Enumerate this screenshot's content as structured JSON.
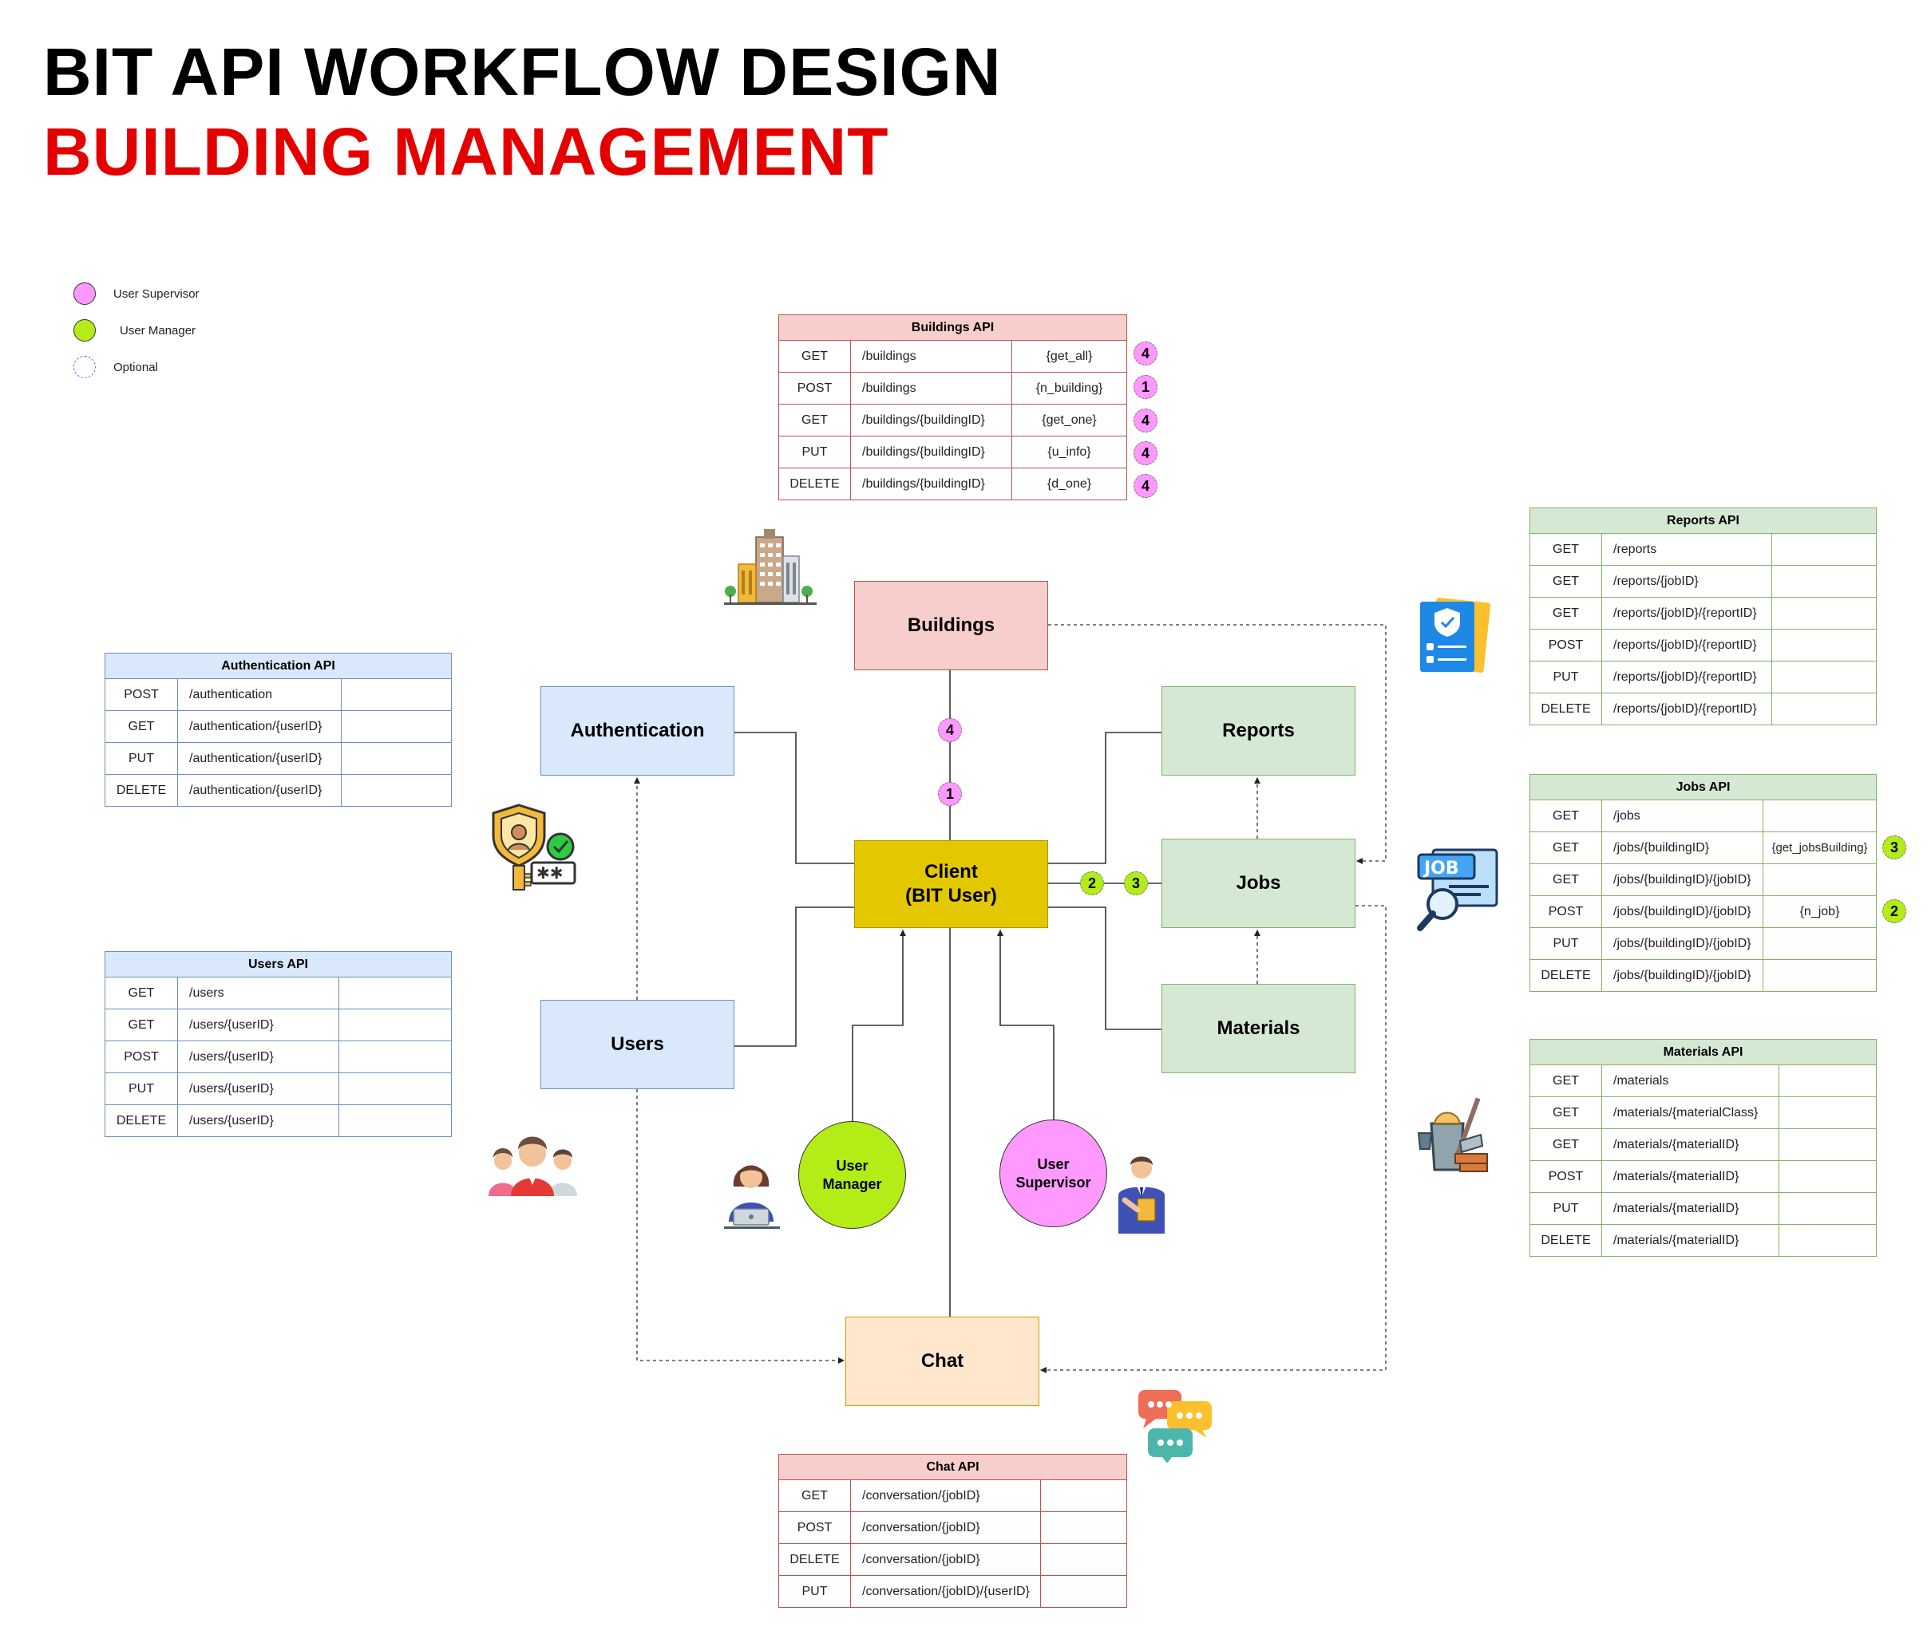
{
  "title": {
    "line1": "BIT API WORKFLOW DESIGN",
    "line2": "BUILDING MANAGEMENT"
  },
  "colors": {
    "title2": "#e50000",
    "supervisor": "#ff99ff",
    "manager": "#b3ec17",
    "client": "#e3c800"
  },
  "legend": [
    {
      "label": "User Supervisor",
      "style": "supervisor"
    },
    {
      "label": "User Manager",
      "style": "manager"
    },
    {
      "label": "Optional",
      "style": "optional"
    }
  ],
  "nodes": {
    "buildings": "Buildings",
    "authentication": "Authentication",
    "reports": "Reports",
    "client_line1": "Client",
    "client_line2": "(BIT User)",
    "jobs": "Jobs",
    "users": "Users",
    "materials": "Materials",
    "chat": "Chat",
    "user_manager_line1": "User",
    "user_manager_line2": "Manager",
    "user_supervisor_line1": "User",
    "user_supervisor_line2": "Supervisor"
  },
  "badges": {
    "b4": "4",
    "b1": "1",
    "b2": "2",
    "b3": "3"
  },
  "apis": {
    "buildings": {
      "title": "Buildings API",
      "rows": [
        {
          "method": "GET",
          "path": "/buildings",
          "fn": "{get_all}",
          "badge": "4"
        },
        {
          "method": "POST",
          "path": "/buildings",
          "fn": "{n_building}",
          "badge": "1"
        },
        {
          "method": "GET",
          "path": "/buildings/{buildingID}",
          "fn": "{get_one}",
          "badge": "4"
        },
        {
          "method": "PUT",
          "path": "/buildings/{buildingID}",
          "fn": "{u_info}",
          "badge": "4"
        },
        {
          "method": "DELETE",
          "path": "/buildings/{buildingID}",
          "fn": "{d_one}",
          "badge": "4"
        }
      ]
    },
    "reports": {
      "title": "Reports API",
      "rows": [
        {
          "method": "GET",
          "path": "/reports",
          "fn": ""
        },
        {
          "method": "GET",
          "path": "/reports/{jobID}",
          "fn": ""
        },
        {
          "method": "GET",
          "path": "/reports/{jobID}/{reportID}",
          "fn": ""
        },
        {
          "method": "POST",
          "path": "/reports/{jobID}/{reportID}",
          "fn": ""
        },
        {
          "method": "PUT",
          "path": "/reports/{jobID}/{reportID}",
          "fn": ""
        },
        {
          "method": "DELETE",
          "path": "/reports/{jobID}/{reportID}",
          "fn": ""
        }
      ]
    },
    "authentication": {
      "title": "Authentication API",
      "rows": [
        {
          "method": "POST",
          "path": "/authentication",
          "fn": ""
        },
        {
          "method": "GET",
          "path": "/authentication/{userID}",
          "fn": ""
        },
        {
          "method": "PUT",
          "path": "/authentication/{userID}",
          "fn": ""
        },
        {
          "method": "DELETE",
          "path": "/authentication/{userID}",
          "fn": ""
        }
      ]
    },
    "jobs": {
      "title": "Jobs API",
      "rows": [
        {
          "method": "GET",
          "path": "/jobs",
          "fn": ""
        },
        {
          "method": "GET",
          "path": "/jobs/{buildingID}",
          "fn": "{get_jobsBuilding}",
          "badge": "3"
        },
        {
          "method": "GET",
          "path": "/jobs/{buildingID}/{jobID}",
          "fn": ""
        },
        {
          "method": "POST",
          "path": "/jobs/{buildingID}/{jobID}",
          "fn": "{n_job}",
          "badge": "2"
        },
        {
          "method": "PUT",
          "path": "/jobs/{buildingID}/{jobID}",
          "fn": ""
        },
        {
          "method": "DELETE",
          "path": "/jobs/{buildingID}/{jobID}",
          "fn": ""
        }
      ]
    },
    "users": {
      "title": "Users API",
      "rows": [
        {
          "method": "GET",
          "path": "/users",
          "fn": ""
        },
        {
          "method": "GET",
          "path": "/users/{userID}",
          "fn": ""
        },
        {
          "method": "POST",
          "path": "/users/{userID}",
          "fn": ""
        },
        {
          "method": "PUT",
          "path": "/users/{userID}",
          "fn": ""
        },
        {
          "method": "DELETE",
          "path": "/users/{userID}",
          "fn": ""
        }
      ]
    },
    "materials": {
      "title": "Materials API",
      "rows": [
        {
          "method": "GET",
          "path": "/materials",
          "fn": ""
        },
        {
          "method": "GET",
          "path": "/materials/{materialClass}",
          "fn": ""
        },
        {
          "method": "GET",
          "path": "/materials/{materialID}",
          "fn": ""
        },
        {
          "method": "POST",
          "path": "/materials/{materialID}",
          "fn": ""
        },
        {
          "method": "PUT",
          "path": "/materials/{materialID}",
          "fn": ""
        },
        {
          "method": "DELETE",
          "path": "/materials/{materialID}",
          "fn": ""
        }
      ]
    },
    "chat": {
      "title": "Chat API",
      "rows": [
        {
          "method": "GET",
          "path": "/conversation/{jobID}",
          "fn": ""
        },
        {
          "method": "POST",
          "path": "/conversation/{jobID}",
          "fn": ""
        },
        {
          "method": "DELETE",
          "path": "/conversation/{jobID}",
          "fn": ""
        },
        {
          "method": "PUT",
          "path": "/conversation/{jobID}/{userID}",
          "fn": ""
        }
      ]
    }
  },
  "icons": [
    "city-buildings-icon",
    "security-key-icon",
    "team-people-icon",
    "woman-laptop-icon",
    "businessman-icon",
    "report-checklist-icon",
    "job-search-icon",
    "construction-materials-icon",
    "chat-bubbles-icon"
  ]
}
